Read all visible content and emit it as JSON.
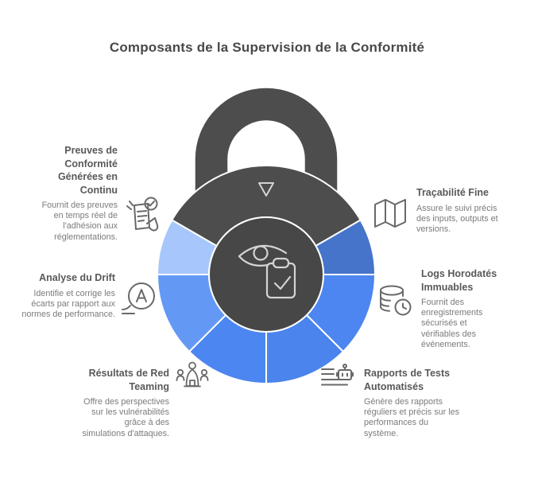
{
  "title": "Composants de la Supervision de la Conformité",
  "colors": {
    "background": "#ffffff",
    "title_text": "#48494b",
    "heading_text": "#58595b",
    "description_text": "#7a7b7d",
    "icon_stroke": "#696969",
    "center_icon_stroke": "#d4d4d4"
  },
  "wheel": {
    "lock_body_color": "#4d4d4d",
    "inner_circle_color": "#474747",
    "marker_icon": "triangle-down-icon",
    "center_icons": [
      "eye-icon",
      "clipboard-check-icon"
    ],
    "segments": [
      {
        "start": 60,
        "end": 90,
        "color": "#4674cb"
      },
      {
        "start": 90,
        "end": 135,
        "color": "#4d86f0"
      },
      {
        "start": 135,
        "end": 180,
        "color": "#4b84ec"
      },
      {
        "start": 180,
        "end": 225,
        "color": "#4c86f0"
      },
      {
        "start": 225,
        "end": 270,
        "color": "#6399f4"
      },
      {
        "start": 270,
        "end": 300,
        "color": "#a7c6fb"
      }
    ]
  },
  "items": {
    "left": [
      {
        "heading": "Preuves de Conformité Générées en Continu",
        "description": "Fournit des preuves en temps réel de l'adhésion aux réglementations.",
        "icon": "document-check-hand-icon"
      },
      {
        "heading": "Analyse du Drift",
        "description": "Identifie et corrige les écarts par rapport aux normes de performance.",
        "icon": "drift-letter-a-icon"
      },
      {
        "heading": "Résultats de Red Teaming",
        "description": "Offre des perspectives sur les vulnérabilités grâce à des simulations d'attaques.",
        "icon": "red-team-group-icon"
      }
    ],
    "right": [
      {
        "heading": "Traçabilité Fine",
        "description": "Assure le suivi précis des inputs, outputs et versions.",
        "icon": "map-icon"
      },
      {
        "heading": "Logs Horodatés Immuables",
        "description": "Fournit des enregistrements sécurisés et vérifiables des événements.",
        "icon": "database-clock-icon"
      },
      {
        "heading": "Rapports de Tests Automatisés",
        "description": "Génère des rapports réguliers et précis sur les performances du système.",
        "icon": "report-robot-icon"
      }
    ]
  }
}
